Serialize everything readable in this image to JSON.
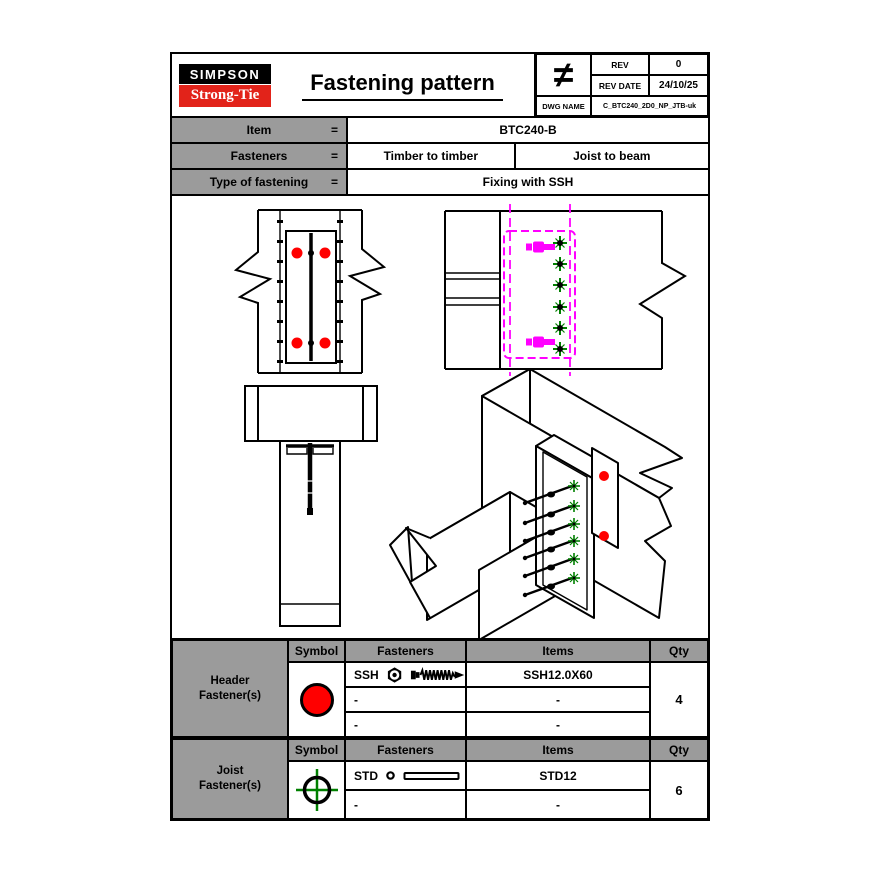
{
  "colors": {
    "red": "#ff0000",
    "magenta": "#ff00ff",
    "green": "#008000",
    "cell_gray": "#9b9b9b",
    "logo_red": "#e2231a"
  },
  "title_block": {
    "logo_top": "SIMPSON",
    "logo_bottom": "Strong-Tie",
    "title": "Fastening pattern",
    "symbol": "≠",
    "rev": {
      "label": "REV",
      "value": "0"
    },
    "rev_date": {
      "label": "REV DATE",
      "value": "24/10/25"
    },
    "dwg": {
      "label": "DWG NAME",
      "value": "C_BTC240_2D0_NP_JTB-uk"
    }
  },
  "spec": {
    "item": {
      "label": "Item",
      "eq": "=",
      "value": "BTC240-B"
    },
    "fasteners": {
      "label": "Fasteners",
      "eq": "=",
      "value1": "Timber to timber",
      "value2": "Joist to beam"
    },
    "type": {
      "label": "Type of fastening",
      "eq": "=",
      "value": "Fixing with SSH"
    }
  },
  "header_fasteners": {
    "group_line1": "Header",
    "group_line2": "Fastener(s)",
    "col_symbol": "Symbol",
    "col_fasteners": "Fasteners",
    "col_items": "Items",
    "col_qty": "Qty",
    "rows": [
      {
        "fastener": "SSH",
        "item": "SSH12.0X60"
      },
      {
        "fastener": "-",
        "item": "-"
      },
      {
        "fastener": "-",
        "item": "-"
      }
    ],
    "qty": "4"
  },
  "joist_fasteners": {
    "group_line1": "Joist",
    "group_line2": "Fastener(s)",
    "col_symbol": "Symbol",
    "col_fasteners": "Fasteners",
    "col_items": "Items",
    "col_qty": "Qty",
    "rows": [
      {
        "fastener": "STD",
        "item": "STD12"
      },
      {
        "fastener": "-",
        "item": "-"
      }
    ],
    "qty": "6"
  }
}
